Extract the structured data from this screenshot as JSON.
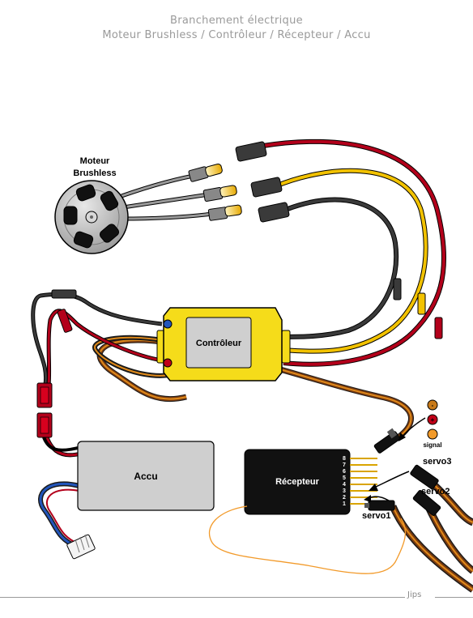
{
  "header": {
    "title_line1": "Branchement électrique",
    "title_line2": "Moteur Brushless / Contrôleur / Récepteur / Accu"
  },
  "motor": {
    "label_line1": "Moteur",
    "label_line2": "Brushless"
  },
  "controller": {
    "label": "Contrôleur"
  },
  "battery": {
    "label": "Accu"
  },
  "receiver": {
    "label": "Récepteur",
    "channels": [
      "8",
      "7",
      "6",
      "5",
      "4",
      "3",
      "2",
      "1"
    ]
  },
  "servos": {
    "servo1": "servo1",
    "servo2": "servo2",
    "servo3": "servo3"
  },
  "legend": {
    "minus": "-",
    "plus": "+",
    "signal": "signal"
  },
  "footer": {
    "author": "Jips"
  },
  "colors": {
    "wire_red": "#b3001b",
    "wire_black": "#3a3a3a",
    "wire_yellow": "#f2c200",
    "wire_grey": "#9a9a9a",
    "controller_yellow": "#f5dc1a",
    "servo_orange": "#e08a1a",
    "servo_brown": "#7a3b10",
    "antenna": "#f29a2a",
    "receiver_body": "#111111",
    "box_grey": "#cfcfcf"
  }
}
